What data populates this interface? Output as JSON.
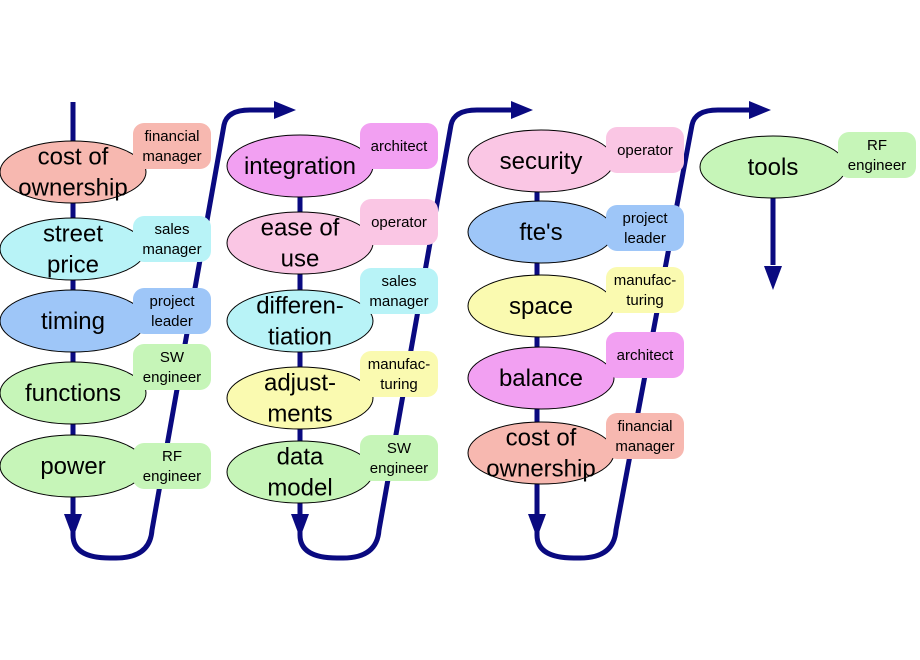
{
  "colors": {
    "line": "#0a0a80",
    "financial": "#f7b8b0",
    "sales": "#b8f3f7",
    "project": "#9ec6f8",
    "engineer": "#c6f5b8",
    "architect": "#f2a0f2",
    "operator": "#fac6e4",
    "manufacturing": "#fafab0",
    "stroke": "#000000"
  },
  "columns": [
    {
      "items": [
        {
          "label": [
            "cost of",
            "ownership"
          ],
          "color": "financial",
          "tag": [
            "financial",
            "manager"
          ],
          "tagColor": "financial"
        },
        {
          "label": [
            "street",
            "price"
          ],
          "color": "sales",
          "tag": [
            "sales",
            "manager"
          ],
          "tagColor": "sales"
        },
        {
          "label": [
            "timing"
          ],
          "color": "project",
          "tag": [
            "project",
            "leader"
          ],
          "tagColor": "project"
        },
        {
          "label": [
            "functions"
          ],
          "color": "engineer",
          "tag": [
            "SW",
            "engineer"
          ],
          "tagColor": "engineer"
        },
        {
          "label": [
            "power"
          ],
          "color": "engineer",
          "tag": [
            "RF",
            "engineer"
          ],
          "tagColor": "engineer"
        }
      ]
    },
    {
      "items": [
        {
          "label": [
            "integration"
          ],
          "color": "architect",
          "tag": [
            "architect"
          ],
          "tagColor": "architect"
        },
        {
          "label": [
            "ease of",
            "use"
          ],
          "color": "operator",
          "tag": [
            "operator"
          ],
          "tagColor": "operator"
        },
        {
          "label": [
            "differen-",
            "tiation"
          ],
          "color": "sales",
          "tag": [
            "sales",
            "manager"
          ],
          "tagColor": "sales"
        },
        {
          "label": [
            "adjust-",
            "ments"
          ],
          "color": "manufacturing",
          "tag": [
            "manufac-",
            "turing"
          ],
          "tagColor": "manufacturing"
        },
        {
          "label": [
            "data",
            "model"
          ],
          "color": "engineer",
          "tag": [
            "SW",
            "engineer"
          ],
          "tagColor": "engineer"
        }
      ]
    },
    {
      "items": [
        {
          "label": [
            "security"
          ],
          "color": "operator",
          "tag": [
            "operator"
          ],
          "tagColor": "operator"
        },
        {
          "label": [
            "fte's"
          ],
          "color": "project",
          "tag": [
            "project",
            "leader"
          ],
          "tagColor": "project"
        },
        {
          "label": [
            "space"
          ],
          "color": "manufacturing",
          "tag": [
            "manufac-",
            "turing"
          ],
          "tagColor": "manufacturing"
        },
        {
          "label": [
            "balance"
          ],
          "color": "architect",
          "tag": [
            "architect"
          ],
          "tagColor": "architect"
        },
        {
          "label": [
            "cost of",
            "ownership"
          ],
          "color": "financial",
          "tag": [
            "financial",
            "manager"
          ],
          "tagColor": "financial"
        }
      ]
    },
    {
      "items": [
        {
          "label": [
            "tools"
          ],
          "color": "engineer",
          "tag": [
            "RF",
            "engineer"
          ],
          "tagColor": "engineer"
        }
      ]
    }
  ]
}
